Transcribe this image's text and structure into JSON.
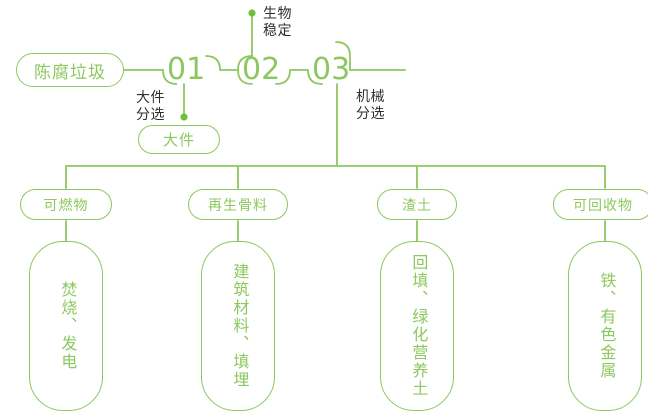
{
  "diagram": {
    "title_node": {
      "label": "陈腐垃圾"
    },
    "stages": [
      {
        "number": "01",
        "annotation": "大件\n分选",
        "annotation_line1": "大件",
        "annotation_line2": "分选"
      },
      {
        "number": "02",
        "annotation_line1": "生物",
        "annotation_line2": "稳定"
      },
      {
        "number": "03",
        "annotation_line1": "机械",
        "annotation_line2": "分选"
      }
    ],
    "side_output": {
      "label": "大件"
    },
    "outputs": [
      {
        "pill": "可燃物",
        "detail": "焚烧、发电"
      },
      {
        "pill": "再生骨料",
        "detail": "建筑材料、填埋"
      },
      {
        "pill": "渣土",
        "detail": "回填、绿化营养土"
      },
      {
        "pill": "可回收物",
        "detail": "铁、有色金属"
      }
    ],
    "colors": {
      "line": "#8cc85f",
      "line_light": "#9ed473",
      "dot": "#6fbf3f",
      "text_green": "#8cc85f",
      "text_dark": "#2f2f2f",
      "background": "#ffffff"
    }
  }
}
